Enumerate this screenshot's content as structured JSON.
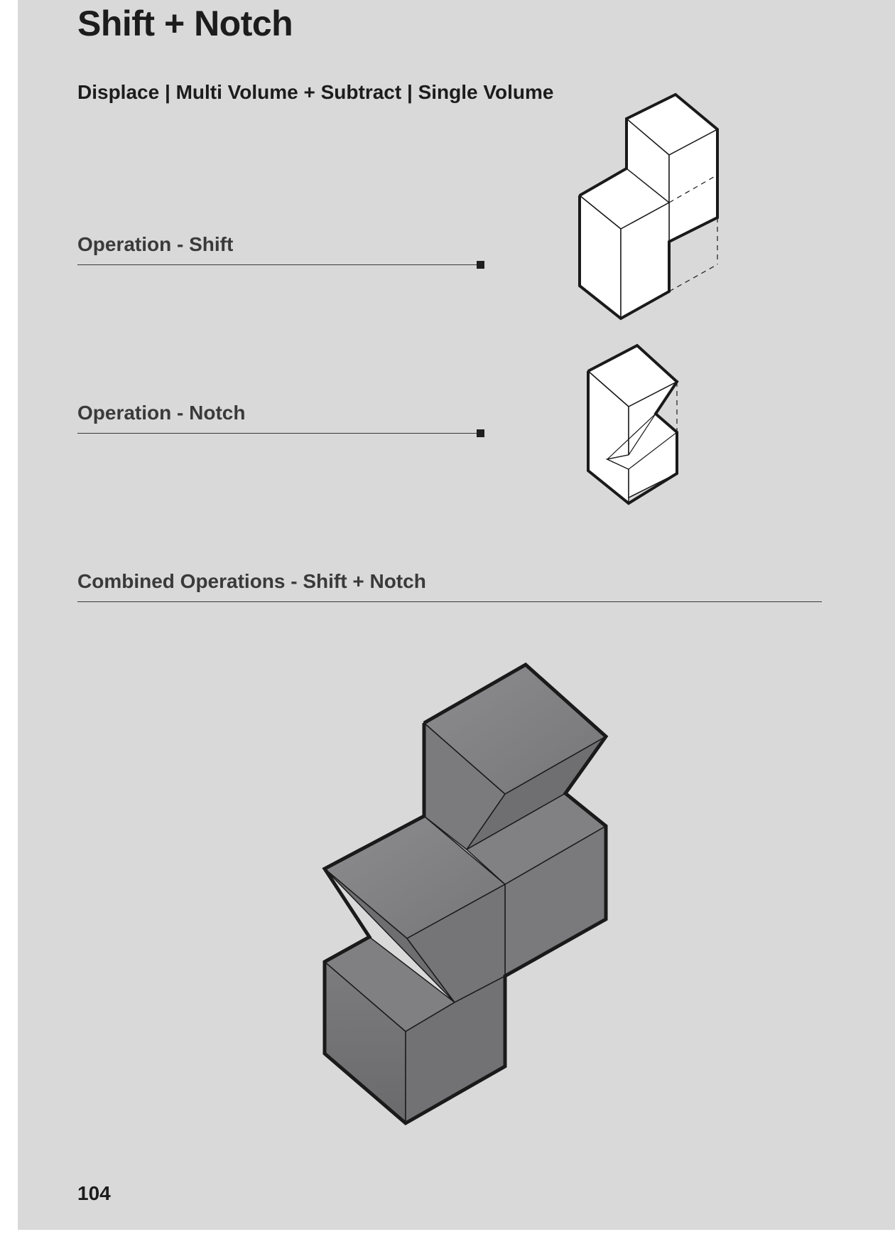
{
  "title": "Shift + Notch",
  "subtitle": "Displace | Multi Volume + Subtract | Single Volume",
  "operations": [
    {
      "label": "Operation - Shift"
    },
    {
      "label": "Operation - Notch"
    }
  ],
  "combined_label": "Combined Operations - Shift + Notch",
  "page_number": "104",
  "colors": {
    "page_background": "#d9d9d9",
    "diagram_fill_light": "#ffffff",
    "diagram_fill_dark": "#7d7d7f",
    "outline": "#1a1a1a"
  }
}
